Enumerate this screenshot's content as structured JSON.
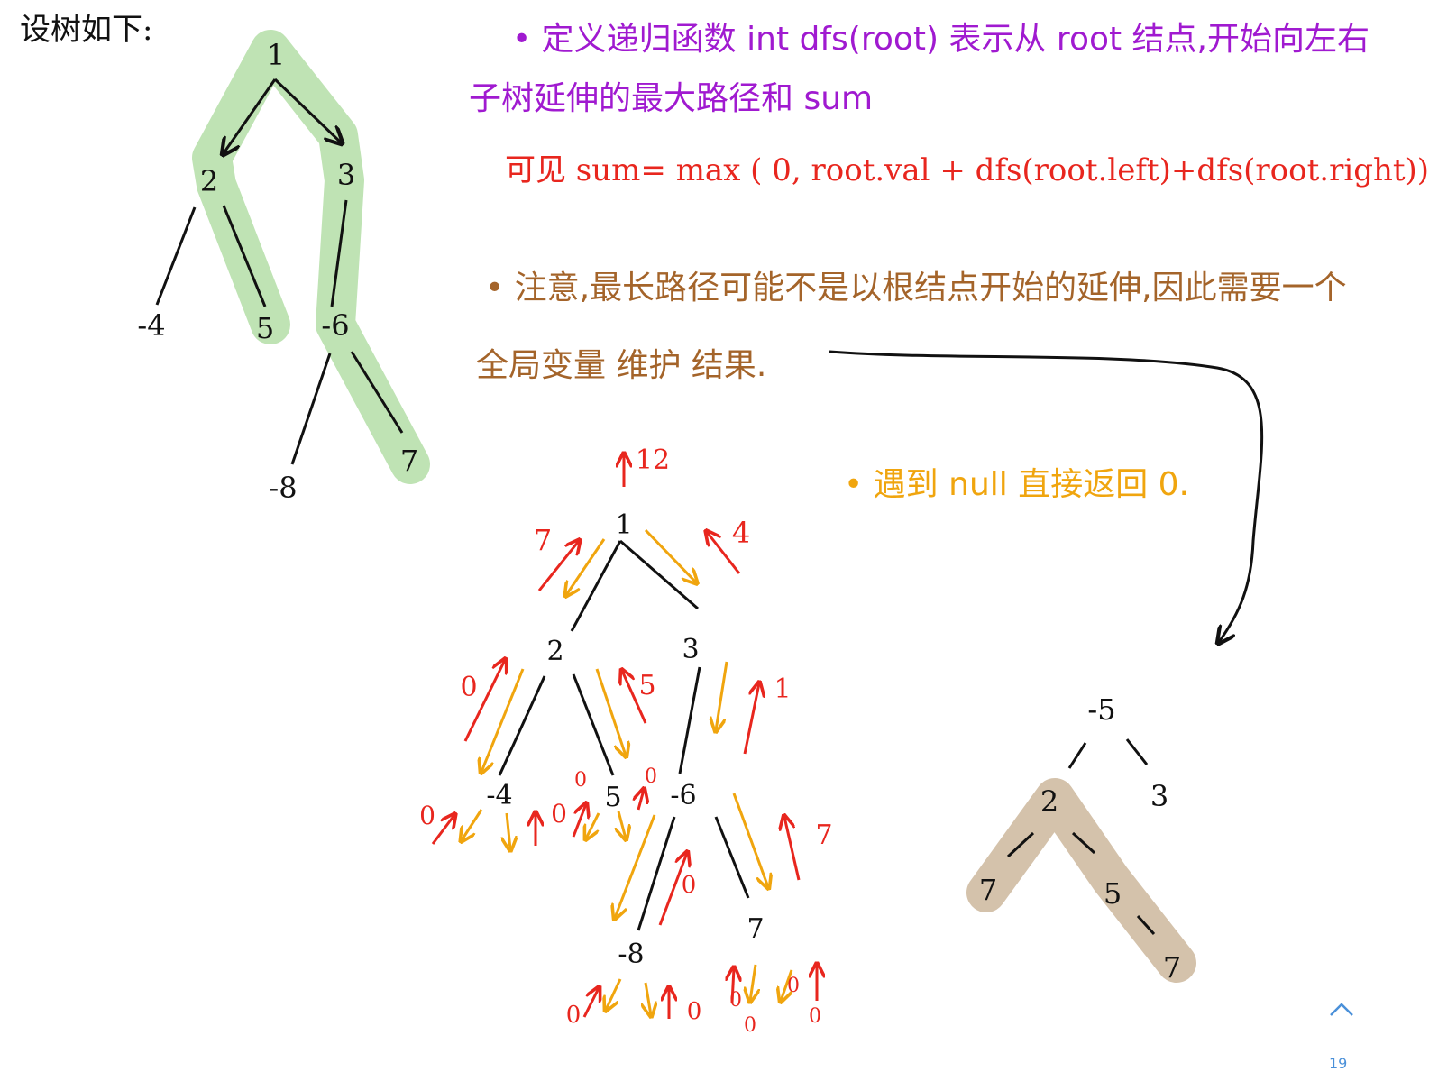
{
  "title": "设树如下:",
  "notes": {
    "definition_line1": "• 定义递归函数 int dfs(root) 表示从 root 结点,开始向左右",
    "definition_line2": "子树延伸的最大路径和 sum",
    "formula": "可见 sum= max ( 0, root.val + dfs(root.left)+dfs(root.right))",
    "caution_line1": "• 注意,最长路径可能不是以根结点开始的延伸,因此需要一个",
    "caution_line2": "全局变量 维护 结果.",
    "null_rule": "• 遇到 null 直接返回 0."
  },
  "colors": {
    "ink": "#111111",
    "highlight_green": "#bfe3b4",
    "highlight_tan": "#d4c2ab",
    "return_arrow": "#e8261e",
    "call_arrow": "#f0a50e",
    "definition_text": "#a01ad0",
    "caution_text": "#a4642a"
  },
  "tree1": {
    "nodes": [
      "1",
      "2",
      "3",
      "-4",
      "5",
      "-6",
      "-8",
      "7"
    ]
  },
  "tree2": {
    "nodes": [
      "1",
      "2",
      "3",
      "-4",
      "5",
      "-6",
      "-8",
      "7"
    ],
    "return_values": [
      "12",
      "7",
      "4",
      "0",
      "5",
      "1",
      "0",
      "0",
      "0",
      "0",
      "0",
      "7",
      "0",
      "0",
      "0",
      "0",
      "0",
      "0"
    ]
  },
  "tree3": {
    "nodes": [
      "-5",
      "2",
      "3",
      "7",
      "5",
      "7"
    ]
  },
  "scroll_top_icon": "chevron-up-icon",
  "page_number": "19"
}
